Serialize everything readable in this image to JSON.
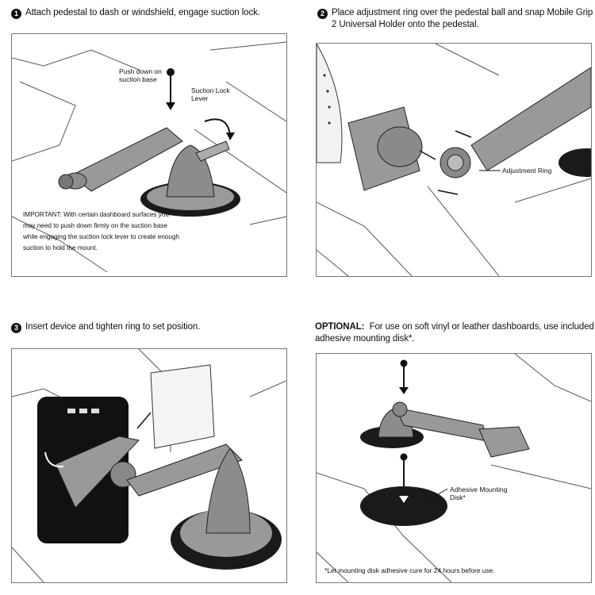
{
  "steps": [
    {
      "num": "1",
      "text": "Attach pedestal to dash or windshield, engage suction lock."
    },
    {
      "num": "2",
      "line1": "Place adjustment ring over the pedestal ball and snap Mobile Grip",
      "line2": "2 Universal Holder onto the pedestal."
    },
    {
      "num": "3",
      "text": "Insert device and tighten ring to set position."
    }
  ],
  "optional": {
    "label": "OPTIONAL:",
    "line1": "For use on soft vinyl or leather dashboards, use included",
    "line2": "adhesive mounting disk*."
  },
  "panel1": {
    "push_label": [
      "Push down on",
      "suction base"
    ],
    "lever_label": [
      "Suction Lock",
      "Lever"
    ],
    "important": [
      "IMPORTANT: With certain dashboard surfaces you",
      "may need to push down firmly on the suction base",
      "while engaging the suction lock lever to create enough",
      "suction to hold the mount."
    ]
  },
  "panel2": {
    "ring_label": "Adjustment Ring"
  },
  "panel4": {
    "disk_label": [
      "Adhesive Mounting",
      "Disk*"
    ],
    "footnote": "*Let mounting disk adhesive cure for 24 hours before use."
  },
  "colors": {
    "mount_gray": "#8c8c8c",
    "dark": "#1a1a1a",
    "background_lines": "#444444",
    "panel_border": "#777777"
  }
}
